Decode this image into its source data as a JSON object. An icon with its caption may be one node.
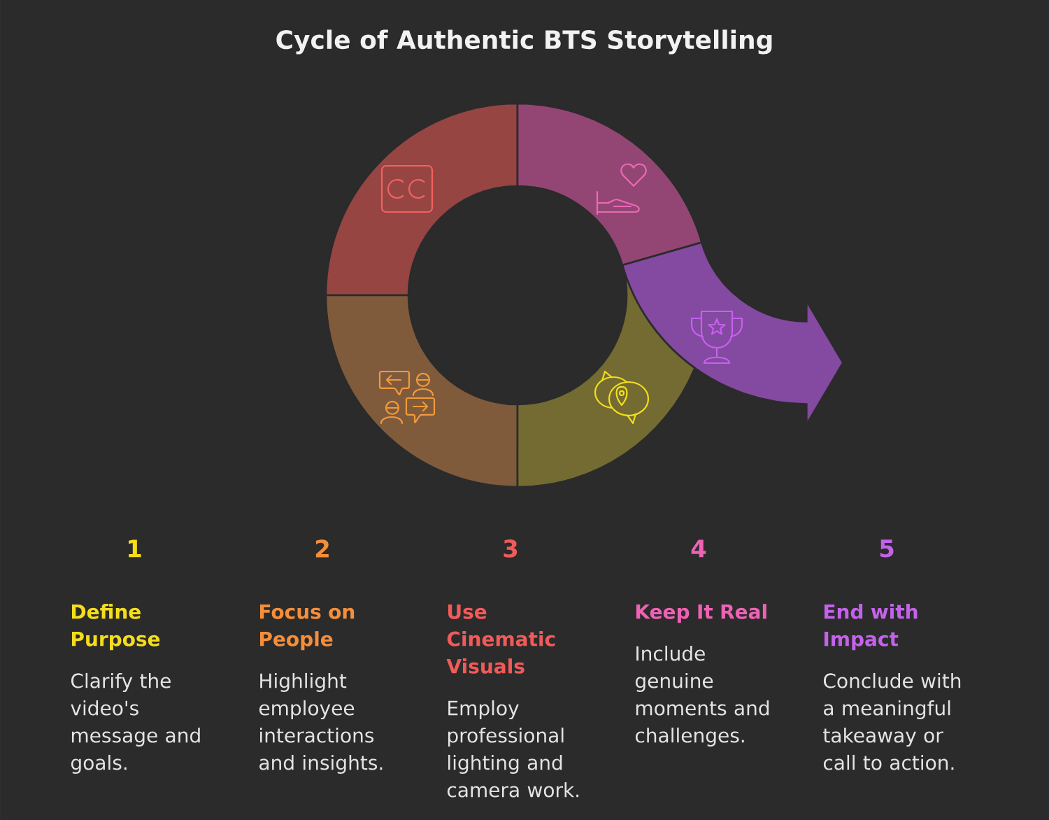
{
  "diagram": {
    "title": "Cycle of Authentic BTS Storytelling",
    "nodes": [
      {
        "text": [],
        "shape": "arc"
      },
      {
        "text": [],
        "shape": "arc"
      },
      {
        "text": [],
        "shape": "arrow"
      },
      {
        "text": [],
        "shape": "arc"
      },
      {
        "text": [],
        "shape": "arc"
      }
    ],
    "labels": [
      "1",
      "Define Purpose",
      "Clarify the video's message and goals.",
      "2",
      "Focus on People",
      "Highlight employee interactions and insights.",
      "3",
      "Use Cinematic Visuals",
      "Employ professional lighting and camera work.",
      "4",
      "Keep It Real",
      "Include genuine moments and challenges.",
      "5",
      "End with Impact",
      "Conclude with a meaningful takeaway or call to action."
    ]
  }
}
